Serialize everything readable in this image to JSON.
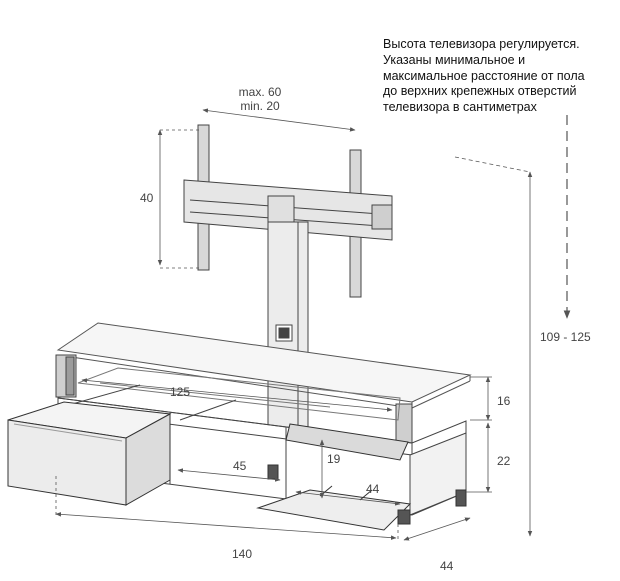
{
  "note": {
    "lines": [
      "Высота телевизора регулируется.",
      "Указаны минимальное и",
      "максимальное  расстояние от пола",
      "до верхних крепежных отверстий",
      "телевизора в сантиметрах"
    ]
  },
  "dimensions": {
    "vesa_max": "max. 60",
    "vesa_min": "min. 20",
    "bracket_height": "40",
    "tv_height_range": "109 - 125",
    "shelf_width": "125",
    "upper_height": "16",
    "lower_height": "22",
    "niche_width": "45",
    "niche_height": "19",
    "drawer_width": "44",
    "total_width": "140",
    "depth": "44"
  }
}
